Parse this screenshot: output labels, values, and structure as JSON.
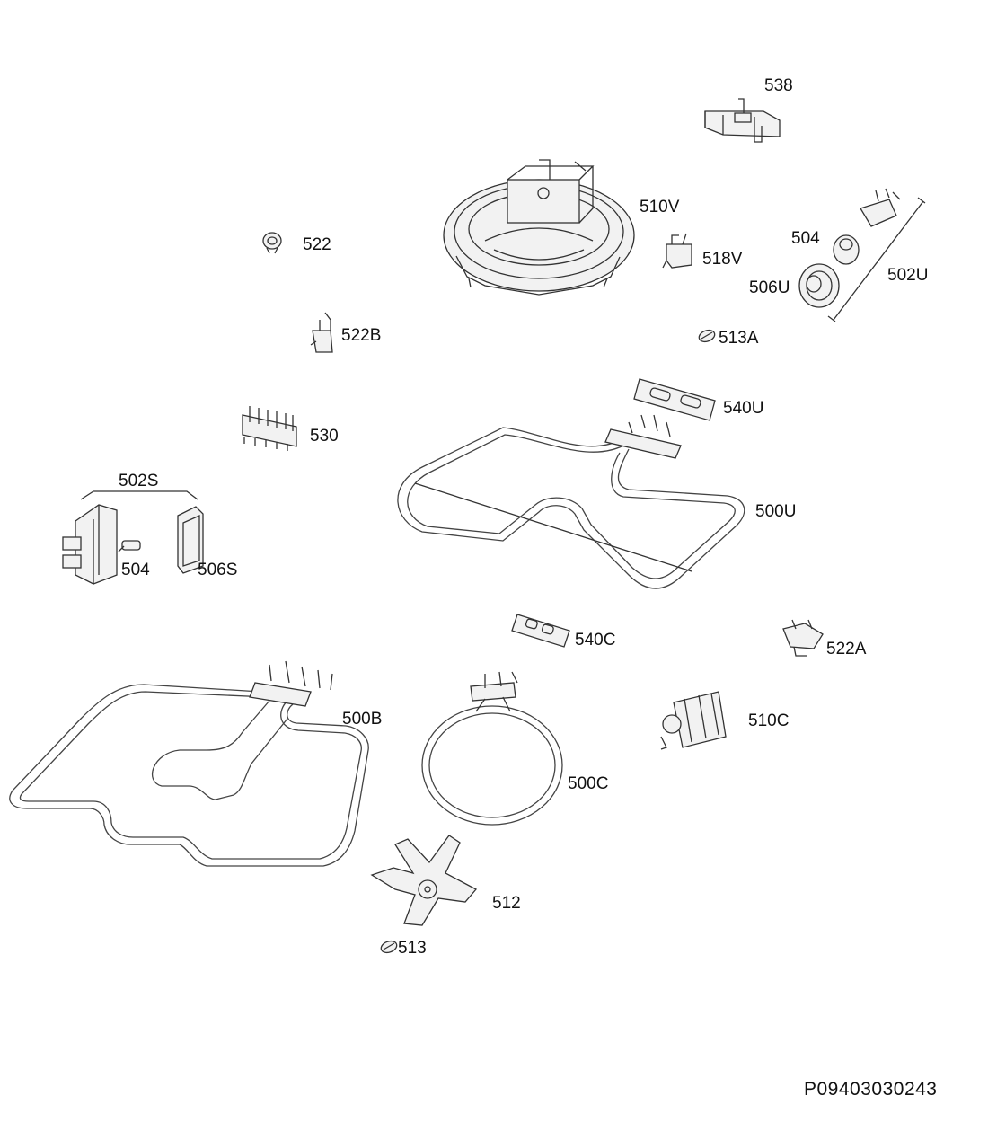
{
  "drawing_code": "P09403030243",
  "labels": {
    "l538": "538",
    "l510V": "510V",
    "l522": "522",
    "l504a": "504",
    "l502U": "502U",
    "l518V": "518V",
    "l506U": "506U",
    "l522B": "522B",
    "l513A": "513A",
    "l540U": "540U",
    "l530": "530",
    "l502S": "502S",
    "l500U": "500U",
    "l504b": "504",
    "l506S": "506S",
    "l540C": "540C",
    "l522A": "522A",
    "l500B": "500B",
    "l510C": "510C",
    "l500C": "500C",
    "l512": "512",
    "l513": "513"
  }
}
